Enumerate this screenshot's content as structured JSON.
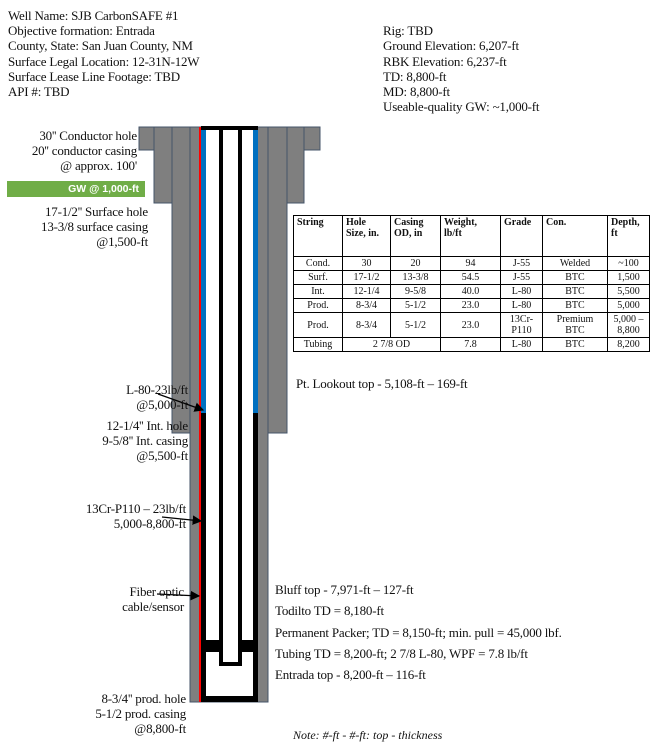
{
  "header": {
    "left": [
      "Well Name: SJB CarbonSAFE #1",
      "Objective formation: Entrada",
      "County, State: San Juan County, NM",
      "Surface Legal Location: 12-31N-12W",
      "Surface Lease Line Footage: TBD",
      "API #: TBD"
    ],
    "right": [
      "Rig: TBD",
      "Ground Elevation: 6,207-ft",
      "RBK Elevation: 6,237-ft",
      "TD: 8,800-ft",
      "MD: 8,800-ft",
      "Useable-quality GW: ~1,000-ft"
    ]
  },
  "left_labels": {
    "conductor": [
      "30'' Conductor hole",
      "20'' conductor casing",
      "@ approx. 100'"
    ],
    "gw": "GW @ 1,000-ft",
    "surface": [
      "17-1/2'' Surface hole",
      "13-3/8 surface casing",
      "@1,500-ft"
    ],
    "l80": [
      "L-80-23lb/ft",
      "@5,000-ft"
    ],
    "intermediate": [
      "12-1/4'' Int. hole",
      "9-5/8'' Int. casing",
      "@5,500-ft"
    ],
    "cr": [
      "13Cr-P110 – 23lb/ft",
      "5,000-8,800-ft"
    ],
    "fiber": [
      "Fiber optic",
      "cable/sensor"
    ],
    "production": [
      "8-3/4'' prod. hole",
      "5-1/2 prod. casing",
      "@8,800-ft"
    ]
  },
  "right_labels": {
    "pt_lookout": "Pt. Lookout top - 5,108-ft – 169-ft",
    "bluff": "Bluff top - 7,971-ft – 127-ft",
    "todilto": "Todilto TD = 8,180-ft",
    "packer": "Permanent Packer; TD = 8,150-ft; min. pull = 45,000 lbf.",
    "tubing": "Tubing TD = 8,200-ft; 2 7/8 L-80, WPF = 7.8 lb/ft",
    "entrada": "Entrada top - 8,200-ft – 116-ft"
  },
  "note": "Note: #-ft - #-ft: top - thickness",
  "table": {
    "headers": [
      "String",
      "Hole Size, in.",
      "Casing OD, in",
      "Weight, lb/ft",
      "Grade",
      "Con.",
      "Depth, ft"
    ],
    "rows": [
      [
        "Cond.",
        "30",
        "20",
        "94",
        "J-55",
        "Welded",
        "~100"
      ],
      [
        "Surf.",
        "17-1/2",
        "13-3/8",
        "54.5",
        "J-55",
        "BTC",
        "1,500"
      ],
      [
        "Int.",
        "12-1/4",
        "9-5/8",
        "40.0",
        "L-80",
        "BTC",
        "5,500"
      ],
      [
        "Prod.",
        "8-3/4",
        "5-1/2",
        "23.0",
        "L-80",
        "BTC",
        "5,000"
      ],
      [
        "Prod.",
        "8-3/4",
        "5-1/2",
        "23.0",
        "13Cr-P110",
        "Premium BTC",
        "5,000 – 8,800"
      ]
    ],
    "tubing_row": [
      "Tubing",
      "2 7/8 OD",
      "7.8",
      "L-80",
      "BTC",
      "8,200"
    ]
  },
  "colors": {
    "cement": "#7f7f7f",
    "casing_upper": "#0070c0",
    "casing_lower": "#000000",
    "fiber": "#ff0000",
    "gw": "#70ad47"
  }
}
